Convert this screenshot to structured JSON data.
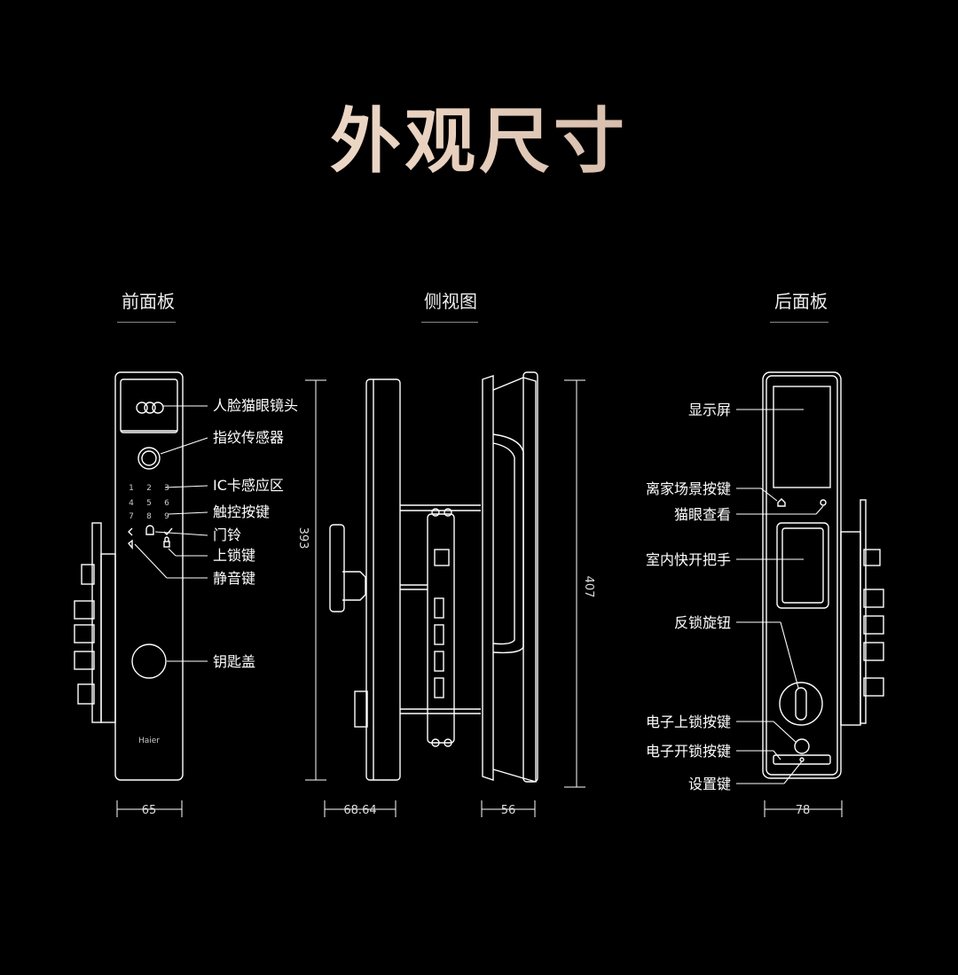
{
  "title": "外观尺寸",
  "sections": {
    "front": "前面板",
    "side": "侧视图",
    "back": "后面板"
  },
  "front_labels": [
    "人脸猫眼镜头",
    "指纹传感器",
    "IC卡感应区",
    "触控按键",
    "门铃",
    "上锁键",
    "静音键",
    "钥匙盖"
  ],
  "back_labels": [
    "显示屏",
    "离家场景按键",
    "猫眼查看",
    "室内快开把手",
    "反锁旋钮",
    "电子上锁按键",
    "电子开锁按键",
    "设置键"
  ],
  "dimensions": {
    "front_width": "65",
    "side_depth_front": "68.64",
    "side_depth_back": "56",
    "back_width": "78",
    "front_height": "393",
    "back_height": "407"
  },
  "keypad": [
    "1",
    "2",
    "3",
    "4",
    "5",
    "6",
    "7",
    "8",
    "9"
  ],
  "brand": "Haier",
  "colors": {
    "line": "#ffffff",
    "background": "#000000",
    "title_gradient_start": "#f2e6d8",
    "title_gradient_end": "#b99a8c"
  }
}
